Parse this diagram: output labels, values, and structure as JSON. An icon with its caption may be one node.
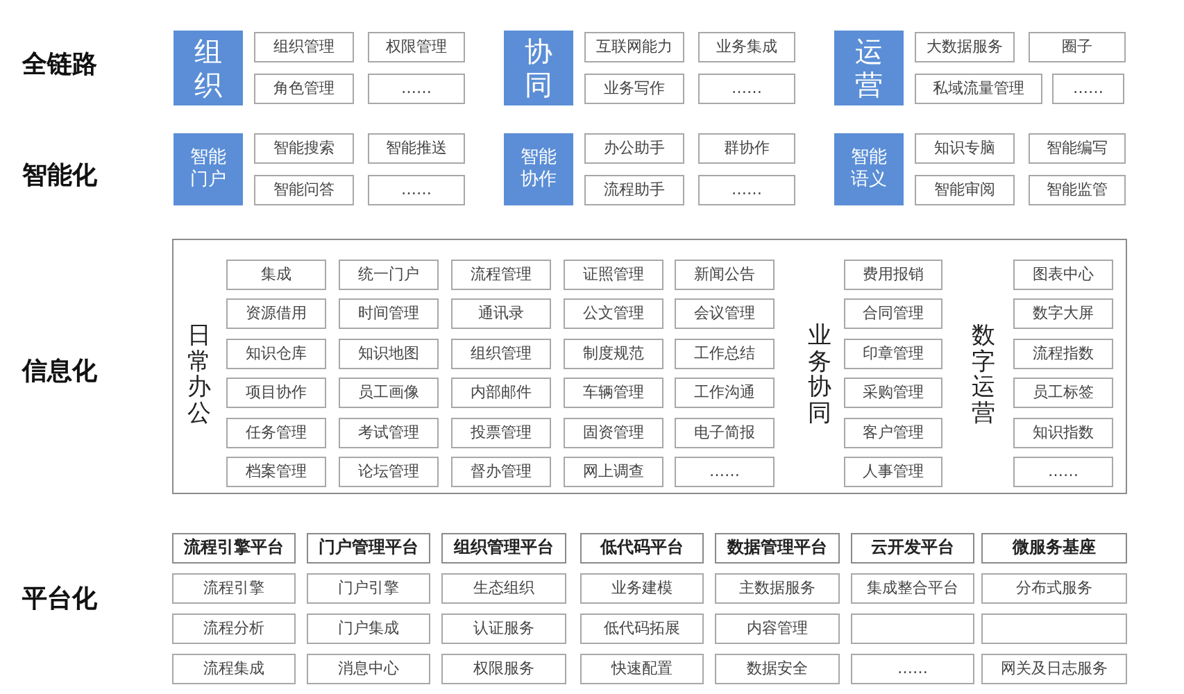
{
  "diagram": {
    "nodes": [
      {
        "text": [
          "组织"
        ]
      },
      {
        "text": [
          "组织管理"
        ]
      },
      {
        "text": [
          "权限管理"
        ]
      },
      {
        "text": [
          "角色管理"
        ]
      },
      {
        "text": [
          "……"
        ]
      },
      {
        "text": [
          "协同"
        ]
      },
      {
        "text": [
          "互联网能力"
        ]
      },
      {
        "text": [
          "业务集成"
        ]
      },
      {
        "text": [
          "业务写作"
        ]
      },
      {
        "text": [
          "……"
        ]
      },
      {
        "text": [
          "运营"
        ]
      },
      {
        "text": [
          "大数据服务"
        ]
      },
      {
        "text": [
          "圈子"
        ]
      },
      {
        "text": [
          "私域流量管理"
        ]
      },
      {
        "text": [
          "……"
        ]
      },
      {
        "text": [
          "智能门户"
        ]
      },
      {
        "text": [
          "智能搜索"
        ]
      },
      {
        "text": [
          "智能推送"
        ]
      },
      {
        "text": [
          "智能问答"
        ]
      },
      {
        "text": [
          "……"
        ]
      },
      {
        "text": [
          "智能协作"
        ]
      },
      {
        "text": [
          "办公助手"
        ]
      },
      {
        "text": [
          "群协作"
        ]
      },
      {
        "text": [
          "流程助手"
        ]
      },
      {
        "text": [
          "……"
        ]
      },
      {
        "text": [
          "智能语义"
        ]
      },
      {
        "text": [
          "知识专脑"
        ]
      },
      {
        "text": [
          "智能编写"
        ]
      },
      {
        "text": [
          "智能审阅"
        ]
      },
      {
        "text": [
          "智能监管"
        ]
      },
      {
        "text": [
          "日常办公",
          "业务协同",
          "数字运营"
        ]
      },
      {
        "text": [
          "集成"
        ],
        "in": 30
      },
      {
        "text": [
          "统一门户"
        ],
        "in": 30
      },
      {
        "text": [
          "流程管理"
        ],
        "in": 30
      },
      {
        "text": [
          "证照管理"
        ],
        "in": 30
      },
      {
        "text": [
          "新闻公告"
        ],
        "in": 30
      },
      {
        "text": [
          "资源借用"
        ],
        "in": 30
      },
      {
        "text": [
          "时间管理"
        ],
        "in": 30
      },
      {
        "text": [
          "通讯录"
        ],
        "in": 30
      },
      {
        "text": [
          "公文管理"
        ],
        "in": 30
      },
      {
        "text": [
          "会议管理"
        ],
        "in": 30
      },
      {
        "text": [
          "知识仓库"
        ],
        "in": 30
      },
      {
        "text": [
          "知识地图"
        ],
        "in": 30
      },
      {
        "text": [
          "组织管理"
        ],
        "in": 30
      },
      {
        "text": [
          "制度规范"
        ],
        "in": 30
      },
      {
        "text": [
          "工作总结"
        ],
        "in": 30
      },
      {
        "text": [
          "项目协作"
        ],
        "in": 30
      },
      {
        "text": [
          "员工画像"
        ],
        "in": 30
      },
      {
        "text": [
          "内部邮件"
        ],
        "in": 30
      },
      {
        "text": [
          "车辆管理"
        ],
        "in": 30
      },
      {
        "text": [
          "工作沟通"
        ],
        "in": 30
      },
      {
        "text": [
          "任务管理"
        ],
        "in": 30
      },
      {
        "text": [
          "考试管理"
        ],
        "in": 30
      },
      {
        "text": [
          "投票管理"
        ],
        "in": 30
      },
      {
        "text": [
          "固资管理"
        ],
        "in": 30
      },
      {
        "text": [
          "电子简报"
        ],
        "in": 30
      },
      {
        "text": [
          "档案管理"
        ],
        "in": 30
      },
      {
        "text": [
          "论坛管理"
        ],
        "in": 30
      },
      {
        "text": [
          "督办管理"
        ],
        "in": 30
      },
      {
        "text": [
          "网上调查"
        ],
        "in": 30
      },
      {
        "text": [
          "……"
        ],
        "in": 30
      },
      {
        "text": [
          "费用报销"
        ],
        "in": 30
      },
      {
        "text": [
          "合同管理"
        ],
        "in": 30
      },
      {
        "text": [
          "印章管理"
        ],
        "in": 30
      },
      {
        "text": [
          "采购管理"
        ],
        "in": 30
      },
      {
        "text": [
          "客户管理"
        ],
        "in": 30
      },
      {
        "text": [
          "人事管理"
        ],
        "in": 30
      },
      {
        "text": [
          "图表中心"
        ],
        "in": 30
      },
      {
        "text": [
          "数字大屏"
        ],
        "in": 30
      },
      {
        "text": [
          "流程指数"
        ],
        "in": 30
      },
      {
        "text": [
          "员工标签"
        ],
        "in": 30
      },
      {
        "text": [
          "知识指数"
        ],
        "in": 30
      },
      {
        "text": [
          "……"
        ],
        "in": 30
      },
      {
        "text": [
          "流程引擎平台"
        ]
      },
      {
        "text": [
          "门户管理平台"
        ]
      },
      {
        "text": [
          "组织管理平台"
        ]
      },
      {
        "text": [
          "低代码平台"
        ]
      },
      {
        "text": [
          "数据管理平台"
        ]
      },
      {
        "text": [
          "云开发平台"
        ]
      },
      {
        "text": [
          "微服务基座"
        ]
      },
      {
        "text": [
          "流程引擎"
        ]
      },
      {
        "text": [
          "门户引擎"
        ]
      },
      {
        "text": [
          "生态组织"
        ]
      },
      {
        "text": [
          "业务建模"
        ]
      },
      {
        "text": [
          "主数据服务"
        ]
      },
      {
        "text": [
          "集成整合平台"
        ]
      },
      {
        "text": [
          "分布式服务"
        ]
      },
      {
        "text": [
          "流程分析"
        ]
      },
      {
        "text": [
          "门户集成"
        ]
      },
      {
        "text": [
          "认证服务"
        ]
      },
      {
        "text": [
          "低代码拓展"
        ]
      },
      {
        "text": [
          "内容管理"
        ]
      },
      {
        "text": [],
        "shape": "box"
      },
      {
        "text": [],
        "shape": "box"
      },
      {
        "text": [
          "流程集成"
        ]
      },
      {
        "text": [
          "消息中心"
        ]
      },
      {
        "text": [
          "权限服务"
        ]
      },
      {
        "text": [
          "快速配置"
        ]
      },
      {
        "text": [
          "数据安全"
        ]
      },
      {
        "text": [
          "……"
        ]
      },
      {
        "text": [
          "网关及日志服务"
        ]
      }
    ],
    "labels": [
      "全链路",
      "智能化",
      "信息化",
      "平台化"
    ]
  }
}
